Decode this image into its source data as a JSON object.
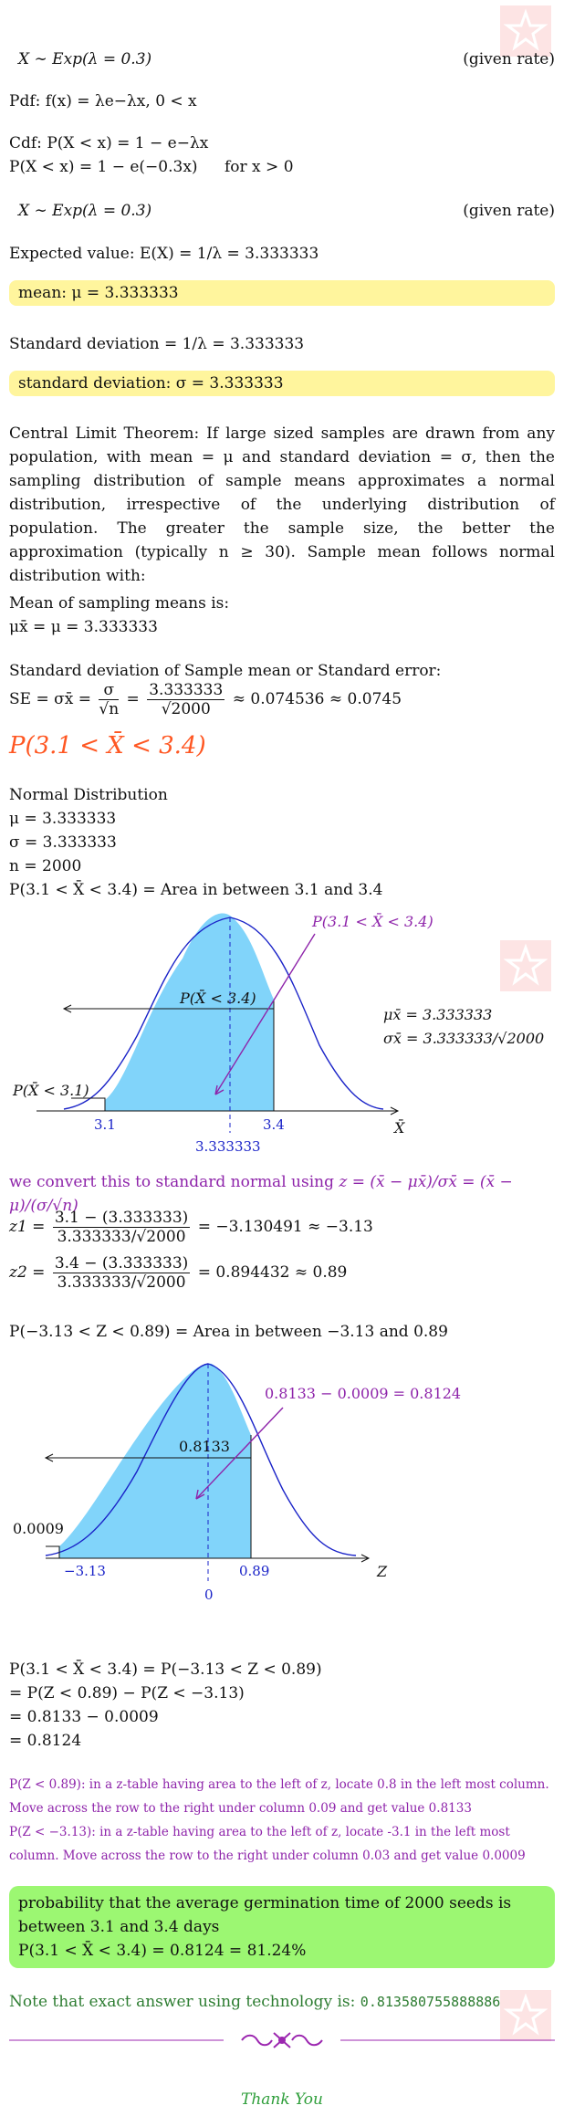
{
  "header": {
    "dist_def": "X ∼ Exp(λ = 0.3)",
    "given_rate": "(given rate)",
    "pdf": "Pdf: f(x) = λe−λx, 0 < x",
    "cdf1": "Cdf: P(X < x) = 1 − e−λx",
    "cdf2": "P(X < x) = 1 − e(−0.3x)",
    "cdf2_cond": "for x > 0",
    "dist_def2": "X ∼ Exp(λ = 0.3)",
    "given_rate2": "(given rate)"
  },
  "expected": {
    "line": "Expected value: E(X) = 1/λ = 3.333333",
    "mean_box": "mean: μ = 3.333333",
    "sd_line": "Standard deviation = 1/λ = 3.333333",
    "sd_box": "standard deviation: σ = 3.333333"
  },
  "clt": {
    "text": "Central Limit Theorem: If large sized samples are drawn from any population, with mean = μ and standard deviation = σ, then the sampling distribution of sample means approximates a normal distribution, irrespective of the underlying distribution of population. The greater the sample size, the better the approximation (typically n ≥ 30). Sample mean follows normal distribution with:",
    "mean_heading": "Mean of sampling means is:",
    "mean_value": "μx̄ = μ = 3.333333",
    "se_heading": "Standard deviation of Sample mean or Standard error:",
    "se_lhs": "SE = σx̄ =",
    "se_num1": "σ",
    "se_den1": "√n",
    "se_num2": "3.333333",
    "se_den2": "√2000",
    "se_result": "≈ 0.074536 ≈ 0.0745"
  },
  "problem": {
    "title": "P(3.1 < X̄ < 3.4)",
    "nd_label": "Normal Distribution",
    "mu": "μ = 3.333333",
    "sigma": "σ = 3.333333",
    "n": "n = 2000",
    "area": "P(3.1 < X̄ < 3.4) = Area in between 3.1 and 3.4"
  },
  "chart1": {
    "callout": "P(3.1 < X̄ < 3.4)",
    "inner_label": "P(X̄ < 3.4)",
    "left_label": "P(X̄ < 3.1)",
    "mu_label": "μx̄ = 3.333333",
    "sigma_label": "σx̄ = 3.333333/√2000",
    "tick_a": "3.1",
    "tick_b": "3.4",
    "tick_mean": "3.333333",
    "axis_label": "X̄",
    "colors": {
      "fill": "#81d4fa",
      "curve": "#1a23c8",
      "callout": "#8e24aa",
      "ticks": "#1a23c8"
    }
  },
  "zconv": {
    "intro": "we convert this to standard normal using",
    "formula": "z = (x̄ − μx̄)/σx̄ = (x̄ − μ)/(σ/√n)",
    "z1_lhs": "z1 =",
    "z1_num": "3.1 − (3.333333)",
    "z1_den": "3.333333/√2000",
    "z1_res": "= −3.130491 ≈ −3.13",
    "z2_lhs": "z2 =",
    "z2_num": "3.4 − (3.333333)",
    "z2_den": "3.333333/√2000",
    "z2_res": "= 0.894432 ≈ 0.89",
    "zarea": "P(−3.13 < Z < 0.89) = Area in between −3.13 and 0.89"
  },
  "chart2": {
    "callout": "0.8133 − 0.0009 = 0.8124",
    "inner_label": "0.8133",
    "left_label": "0.0009",
    "tick_a": "−3.13",
    "tick_b": "0.89",
    "tick_mean": "0",
    "axis_label": "Z"
  },
  "result": {
    "l1": "P(3.1 < X̄ < 3.4) = P(−3.13 < Z < 0.89)",
    "l2": "= P(Z < 0.89) − P(Z < −3.13)",
    "l3": "= 0.8133 − 0.0009",
    "l4": "= 0.8124"
  },
  "notes": {
    "n1": "P(Z < 0.89): in a z-table having area to the left of z, locate 0.8 in the left most column. Move across the row to the right under column 0.09 and get value 0.8133",
    "n2": "P(Z < −3.13): in a z-table having area to the left of z, locate -3.1 in the left most column. Move across the row to the right under column 0.03 and get value 0.0009"
  },
  "final": {
    "text": "probability that the average germination time of 2000 seeds is between 3.1 and 3.4 days",
    "value": "P(3.1 < X̄ < 3.4) = 0.8124 = 81.24%",
    "tech_label": "Note that exact answer using technology is:",
    "tech_value": "0.813580755888886",
    "thanks": "Thank You"
  }
}
